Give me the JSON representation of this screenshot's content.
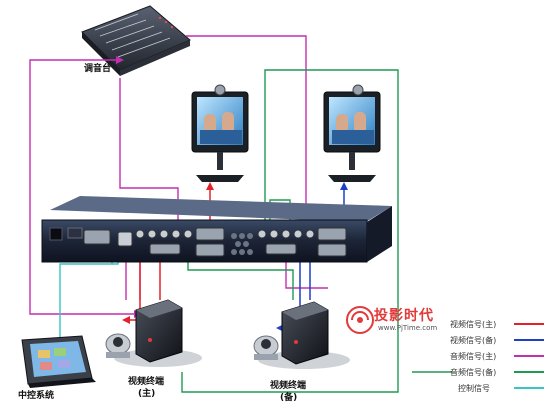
{
  "labels": {
    "mixer": "调音台",
    "control": "中控系统",
    "terminal_main_line1": "视频终端",
    "terminal_main_line2": "(主)",
    "terminal_backup_line1": "视频终端",
    "terminal_backup_line2": "(备)"
  },
  "watermark": {
    "brand": "投影时代",
    "url": "www.PjTime.com"
  },
  "legend": [
    {
      "label": "视频信号(主)",
      "color": "#e2222b"
    },
    {
      "label": "视频信号(备)",
      "color": "#1f3fc8"
    },
    {
      "label": "音频信号(主)",
      "color": "#c42fb0"
    },
    {
      "label": "音频信号(备)",
      "color": "#1f9a52"
    },
    {
      "label": "控制信号",
      "color": "#37c4c4"
    }
  ],
  "colors": {
    "video_main": "#e2222b",
    "video_backup": "#1f3fc8",
    "audio_main": "#c42fb0",
    "audio_backup": "#1f9a52",
    "control": "#37c4c4"
  }
}
